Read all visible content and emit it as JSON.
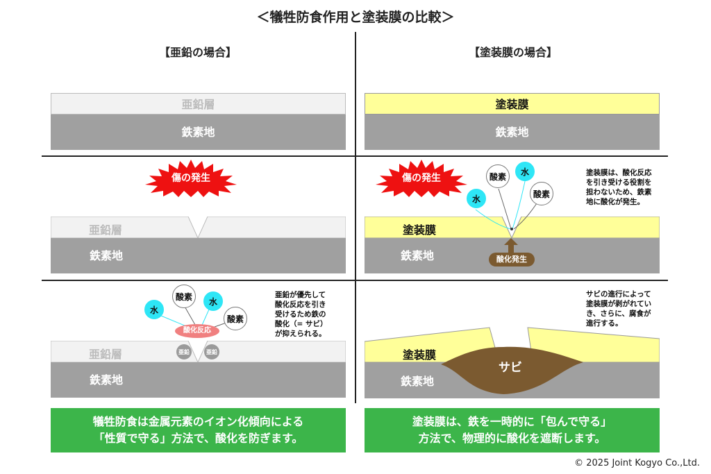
{
  "title": "＜犠牲防食作用と塗装膜の比較＞",
  "left_heading": "【亜鉛の場合】",
  "right_heading": "【塗装膜の場合】",
  "layers": {
    "zinc": "亜鉛層",
    "iron": "鉄素地",
    "coating": "塗装膜"
  },
  "damage_label": "傷の発生",
  "molecules": {
    "water": "水",
    "oxygen": "酸素"
  },
  "oxidation_reaction": "酸化反応",
  "zinc_ion": "亜鉛",
  "oxidation_occurs": "酸化発生",
  "rust": "サビ",
  "notes": {
    "coating_damage": [
      "塗装膜は、酸化反応",
      "を引き受ける役割を",
      "担わないため、鉄素",
      "地に酸化が発生。"
    ],
    "zinc_sacrifice": [
      "亜鉛が優先して",
      "酸化反応を引き",
      "受けるため鉄の",
      "酸化（= サビ）",
      "が抑えられる。"
    ],
    "coating_rust": [
      "サビの進行によって",
      "塗装膜が剥がれてい",
      "き、さらに、腐食が",
      "進行する。"
    ]
  },
  "summary_left": [
    "犠牲防食は金属元素のイオン化傾向による",
    "「性質で守る」方法で、酸化を防ぎます。"
  ],
  "summary_right": [
    "塗装膜は、鉄を一時的に「包んで守る」",
    "方法で、物理的に酸化を遮断します。"
  ],
  "copyright": "© 2025 Joint Kogyo Co.,Ltd.",
  "colors": {
    "zinc_layer": "#f2f2f2",
    "iron_base": "#a0a0a0",
    "coating": "#ffff99",
    "damage_burst": "#ee1111",
    "water": "#2ee6f6",
    "oxidation_reaction": "#f08080",
    "rust": "#7b5a30",
    "summary_box": "#3cb54a"
  }
}
